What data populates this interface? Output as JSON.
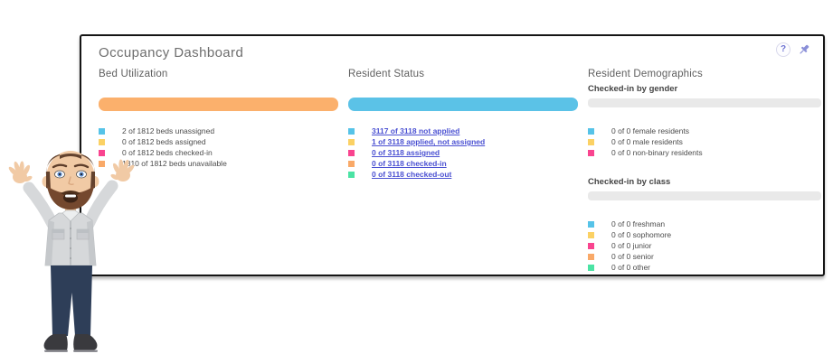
{
  "title": "Occupancy Dashboard",
  "actions": {
    "help_glyph": "?"
  },
  "colors": {
    "accent_purple": "#6f74d2",
    "link": "#4a50d2",
    "card_border": "#151515",
    "bar_orange": "#fbb06c",
    "bar_blue": "#5bc2e7",
    "bar_gray": "#e9e9e9"
  },
  "bed_utilization": {
    "header": "Bed Utilization",
    "bar_color": "#fbb06c",
    "legend": [
      {
        "color": "#56c3e8",
        "label": "2 of 1812 beds unassigned"
      },
      {
        "color": "#fbd164",
        "label": "0 of 1812 beds assigned"
      },
      {
        "color": "#f9448f",
        "label": "0 of 1812 beds checked-in"
      },
      {
        "color": "#f9a968",
        "label": "1810 of 1812 beds unavailable"
      }
    ]
  },
  "resident_status": {
    "header": "Resident Status",
    "bar_color": "#5bc2e7",
    "legend": [
      {
        "color": "#56c3e8",
        "label": "3117 of 3118 not applied"
      },
      {
        "color": "#fbd164",
        "label": "1 of 3118 applied, not assigned"
      },
      {
        "color": "#f9448f",
        "label": "0 of 3118 assigned"
      },
      {
        "color": "#f9a968",
        "label": "0 of 3118 checked-in"
      },
      {
        "color": "#4be3a4",
        "label": "0 of 3118 checked-out"
      }
    ]
  },
  "resident_demographics": {
    "header": "Resident Demographics",
    "by_gender": {
      "subheader": "Checked-in by gender",
      "bar_color": "#e9e9e9",
      "legend": [
        {
          "color": "#56c3e8",
          "label": "0 of 0 female residents"
        },
        {
          "color": "#fbd164",
          "label": "0 of 0 male residents"
        },
        {
          "color": "#f9448f",
          "label": "0 of 0 non-binary residents"
        }
      ]
    },
    "by_class": {
      "subheader": "Checked-in by class",
      "bar_color": "#e9e9e9",
      "legend": [
        {
          "color": "#56c3e8",
          "label": "0 of 0 freshman"
        },
        {
          "color": "#fbd164",
          "label": "0 of 0 sophomore"
        },
        {
          "color": "#f9448f",
          "label": "0 of 0 junior"
        },
        {
          "color": "#f9a968",
          "label": "0 of 0 senior"
        },
        {
          "color": "#4be3a4",
          "label": "0 of 0 other"
        }
      ]
    }
  }
}
